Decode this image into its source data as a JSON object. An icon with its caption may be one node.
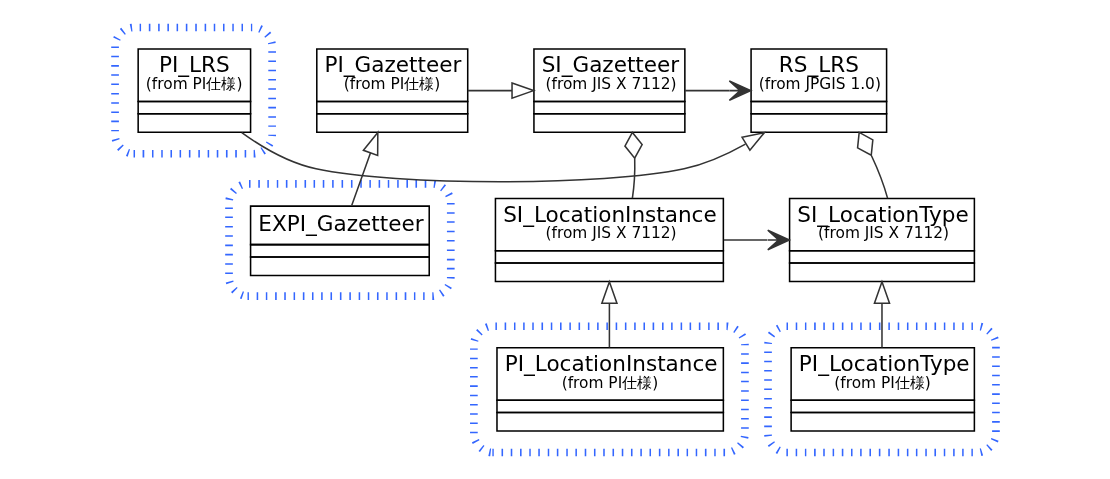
{
  "diagram": {
    "nodes": [
      {
        "text": [],
        "shape": "box"
      },
      {
        "text": [
          "PI_LRS",
          "(from PI仕様)"
        ],
        "in": 0
      },
      {
        "text": [
          "RS_LRS",
          "(from JPGIS 1.0)"
        ]
      },
      {
        "text": [
          "SI_Gazetteer",
          "(from JIS X 7112)"
        ]
      },
      {
        "text": [
          "PI_Gazetteer",
          "(from PI仕様)"
        ]
      },
      {
        "text": [],
        "shape": "box"
      },
      {
        "text": [
          "EXPI_Gazetteer"
        ],
        "in": 5
      },
      {
        "text": [
          "SI_LocationType",
          "(from JIS X 7112)"
        ]
      },
      {
        "text": [
          "SI_LocationInstance",
          "(from JIS X 7112)"
        ]
      },
      {
        "text": [],
        "shape": "box"
      },
      {
        "text": [
          "PI_LocationType",
          "(from PI仕様)"
        ],
        "in": 9
      },
      {
        "text": [],
        "shape": "box"
      },
      {
        "text": [
          "PI_LocationInstance",
          "(from PI仕様)"
        ],
        "in": 11
      }
    ],
    "edges": [
      {
        "from": 1,
        "to": 2,
        "arrow": "to"
      },
      {
        "from": 3,
        "to": 2,
        "arrow": "to"
      },
      {
        "from": 4,
        "to": 3,
        "arrow": "to"
      },
      {
        "from": 6,
        "to": 4,
        "arrow": "to"
      },
      {
        "from": 2,
        "to": 7,
        "arrow": "other"
      },
      {
        "from": 3,
        "to": 8,
        "arrow": "other"
      },
      {
        "from": 8,
        "to": 7,
        "arrow": "to"
      },
      {
        "from": 10,
        "to": 7,
        "arrow": "to"
      },
      {
        "from": 12,
        "to": 8,
        "arrow": "to"
      }
    ]
  }
}
